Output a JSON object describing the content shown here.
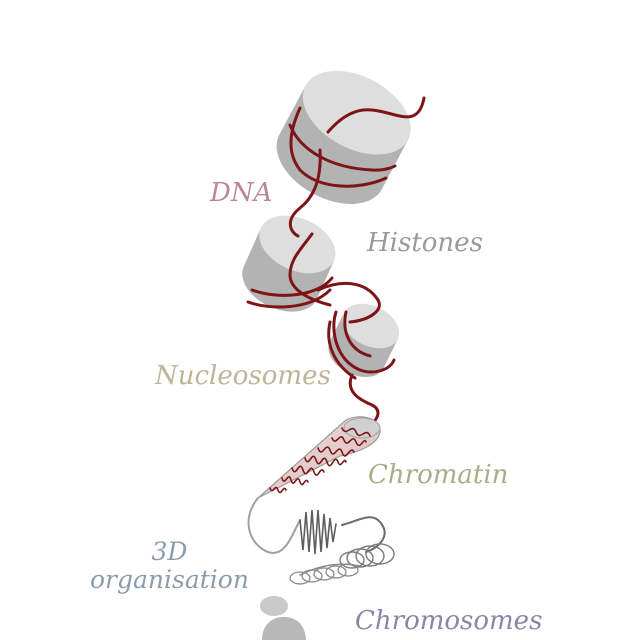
{
  "labels": {
    "dna": "DNA",
    "histones": "Histones",
    "nucleosomes": "Nucleosomes",
    "chromatin": "Chromatin",
    "organisation_line1": "3D",
    "organisation_line2": "organisation",
    "chromosomes": "Chromosomes"
  },
  "colors": {
    "dna": "#b88a8f",
    "histones": "#9a9a9a",
    "nucleosomes": "#bdb49a",
    "chromatin": "#a9ad8c",
    "organisation": "#8d9cab",
    "chromosomes": "#8e84a6",
    "dna_strand": "#7d1417",
    "histone_top": "#dedede",
    "histone_side": "#b3b3b3"
  }
}
